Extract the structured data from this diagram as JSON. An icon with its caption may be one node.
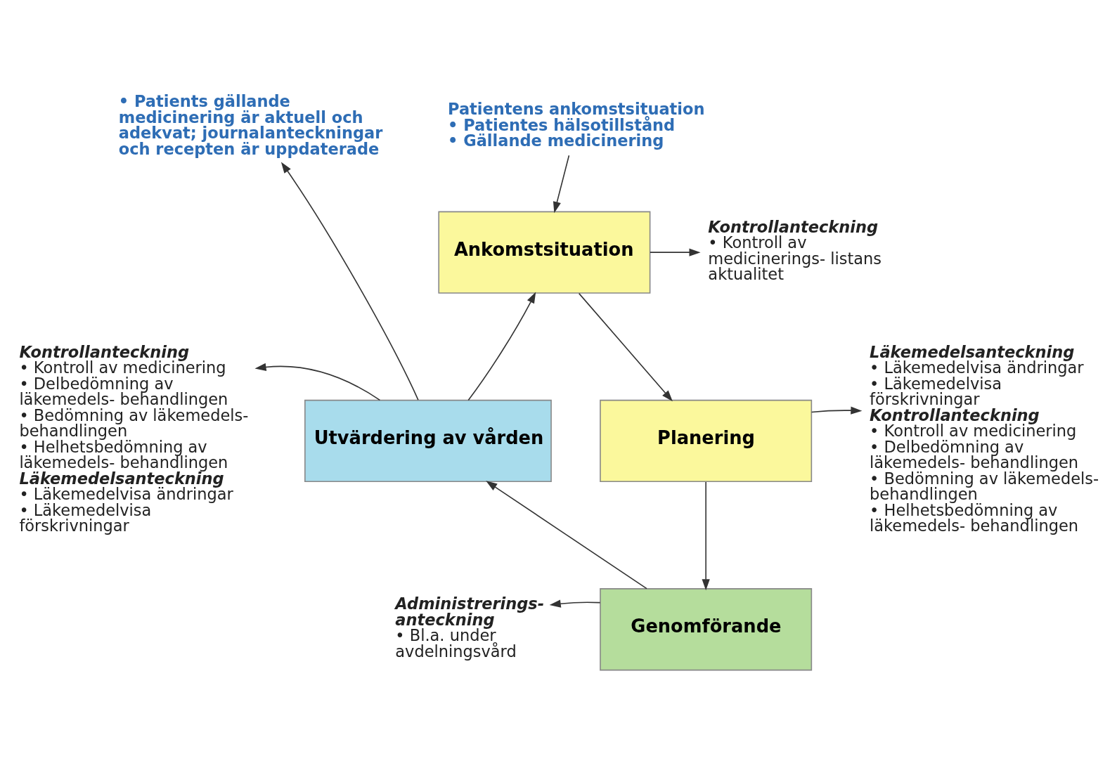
{
  "diagram": {
    "nodes": [
      {
        "text": [
          "Ankomstsituation"
        ]
      },
      {
        "text": [
          "Planering"
        ]
      },
      {
        "text": [
          "Genomförande"
        ]
      },
      {
        "text": [
          "Utvärdering av vården"
        ]
      },
      {
        "text": [
          "Patientens ankomstsituation",
          "• Patientes hälsotillstånd",
          "• Gällande medicinering"
        ]
      },
      {
        "text": [
          "• Patients gällande medicinering är aktuell och adekvat; journalanteckningar och recepten är uppdaterade"
        ]
      },
      {
        "text": [
          "Kontrollanteckning",
          "• Kontroll av medicinerings- listans aktualitet"
        ]
      },
      {
        "text": [
          "Läkemedelsanteckning",
          "• Läkemedelvisa ändringar",
          "• Läkemedelvisa förskrivningar",
          "Kontrollanteckning",
          "• Kontroll av medicinering",
          "• Delbedömning av läkemedels- behandlingen",
          "• Bedömning av läkemedels- behandlingen",
          "• Helhetsbedömning av läkemedels- behandlingen"
        ]
      },
      {
        "text": [
          "Administrerings- anteckning",
          "• Bl.a. under avdelningsvård"
        ]
      },
      {
        "text": [
          "Kontrollanteckning",
          "• Kontroll av medicinering",
          "• Delbedömning av läkemedels- behandlingen",
          "• Bedömning av läkemedels- behandlingen",
          "• Helhetsbedömning av läkemedels- behandlingen",
          "Läkemedelsanteckning",
          "• Läkemedelvisa ändringar",
          "• Läkemedelvisa förskrivningar"
        ]
      }
    ],
    "edges": [
      {
        "from": 4,
        "to": 0,
        "arrow": "to"
      },
      {
        "from": 0,
        "to": 1,
        "arrow": "to"
      },
      {
        "from": 1,
        "to": 2,
        "arrow": "to"
      },
      {
        "from": 2,
        "to": 3,
        "arrow": "to"
      },
      {
        "from": 3,
        "to": 0,
        "arrow": "to"
      },
      {
        "from": 3,
        "to": 5,
        "arrow": "to"
      },
      {
        "from": 0,
        "to": 6,
        "arrow": "to"
      },
      {
        "from": 1,
        "to": 7,
        "arrow": "to"
      },
      {
        "from": 2,
        "to": 8,
        "arrow": "to"
      },
      {
        "from": 3,
        "to": 9,
        "arrow": "to"
      }
    ]
  }
}
